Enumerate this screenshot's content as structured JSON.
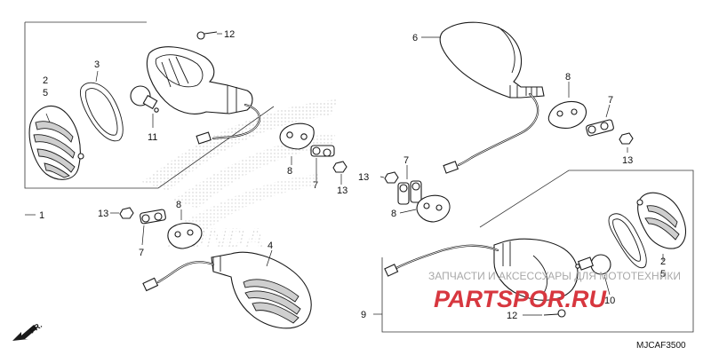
{
  "callouts": {
    "c1": "1",
    "c2": "2",
    "c3": "3",
    "c4": "4",
    "c5": "5",
    "c6": "6",
    "c7": "7",
    "c8": "8",
    "c9": "9",
    "c10": "10",
    "c11": "11",
    "c12": "12",
    "c13": "13"
  },
  "watermark": {
    "text": "ЗАПЧАСТИ И АКСЕССУАРЫ ДЛЯ МОТОТЕХНИКИ",
    "logo": "PARTSPOR.RU"
  },
  "direction_label": "FR.",
  "diagram_code": "MJCAF3500",
  "brand_watermark": "HONDA",
  "colors": {
    "ink": "#1a1a1a",
    "watermark_red": "#d7373f",
    "watermark_gray": "#a9a9a9",
    "background": "#ffffff"
  }
}
